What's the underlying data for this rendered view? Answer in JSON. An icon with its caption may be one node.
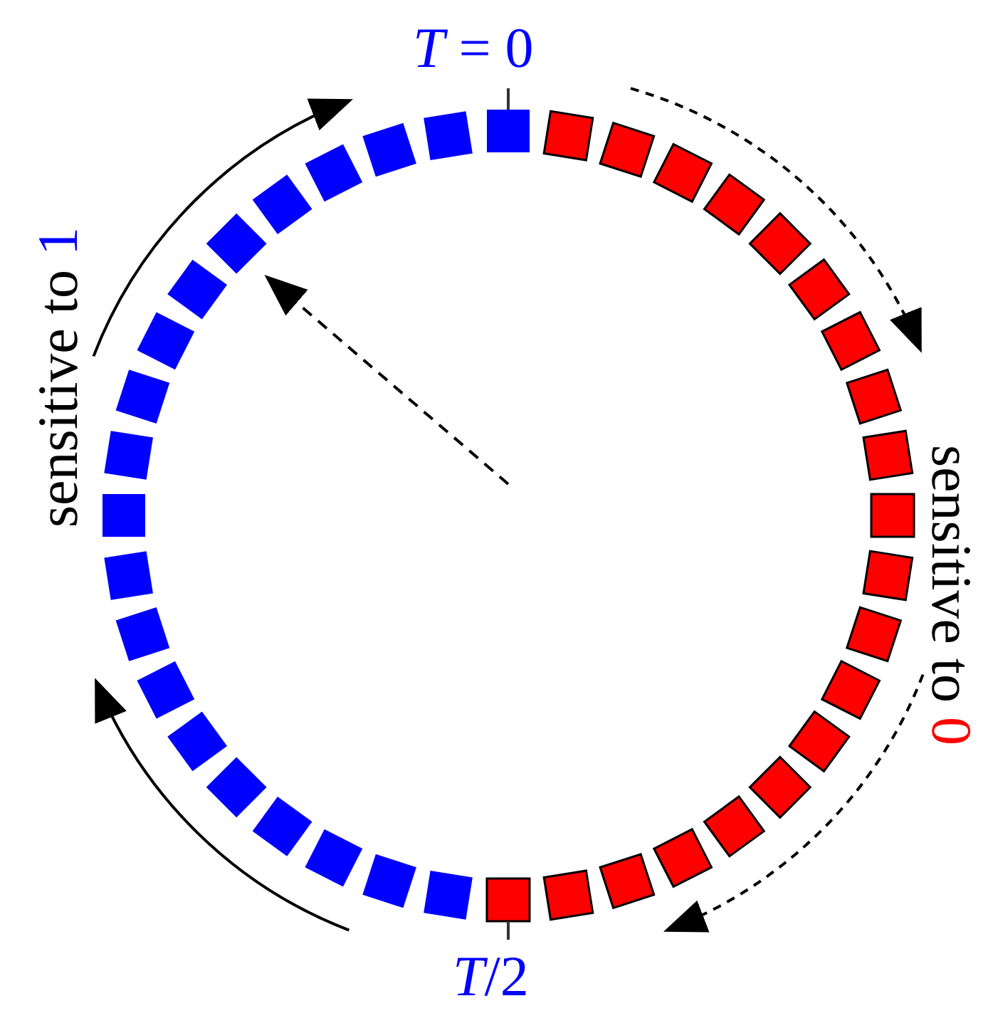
{
  "diagram": {
    "labels": [
      "*T* = 0",
      "sensitive to",
      "1",
      "sensitive to",
      "0",
      "*T*/2"
    ]
  }
}
